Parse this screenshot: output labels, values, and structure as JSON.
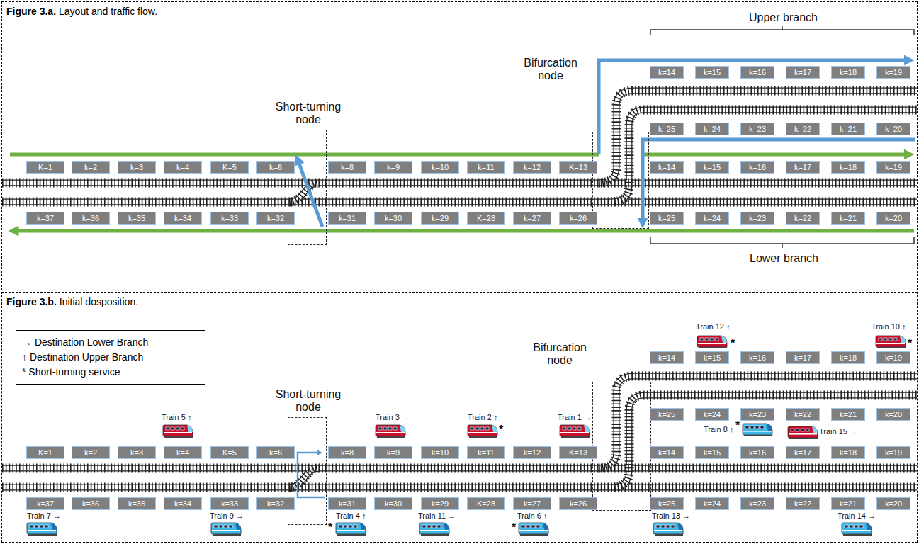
{
  "diagram": {
    "nodes": [
      {
        "text": [
          "Figure 3.a.",
          "Layout and traffic flow."
        ]
      },
      {
        "text": [
          "Short-turning node"
        ],
        "in": 0
      },
      {
        "text": [
          "Bifurcation node"
        ],
        "in": 0
      },
      {
        "text": [
          "K=1"
        ],
        "in": 0
      },
      {
        "text": [
          "k=2"
        ],
        "in": 0
      },
      {
        "text": [
          "k=3"
        ],
        "in": 0
      },
      {
        "text": [
          "k=4"
        ],
        "in": 0
      },
      {
        "text": [
          "K=5"
        ],
        "in": 0
      },
      {
        "text": [
          "k=6"
        ],
        "in": 0
      },
      {
        "text": [
          "k=8"
        ],
        "in": 0
      },
      {
        "text": [
          "k=9"
        ],
        "in": 0
      },
      {
        "text": [
          "k=10"
        ],
        "in": 0
      },
      {
        "text": [
          "k=11"
        ],
        "in": 0
      },
      {
        "text": [
          "k=12"
        ],
        "in": 0
      },
      {
        "text": [
          "K=13"
        ],
        "in": 0
      },
      {
        "text": [
          "k=14"
        ],
        "in": 0
      },
      {
        "text": [
          "k=15"
        ],
        "in": 0
      },
      {
        "text": [
          "k=16"
        ],
        "in": 0
      },
      {
        "text": [
          "k=17"
        ],
        "in": 0
      },
      {
        "text": [
          "k=18"
        ],
        "in": 0
      },
      {
        "text": [
          "k=19"
        ],
        "in": 0
      },
      {
        "text": [
          "k=25"
        ],
        "in": 0
      },
      {
        "text": [
          "k=24"
        ],
        "in": 0
      },
      {
        "text": [
          "k=23"
        ],
        "in": 0
      },
      {
        "text": [
          "k=22"
        ],
        "in": 0
      },
      {
        "text": [
          "k=21"
        ],
        "in": 0
      },
      {
        "text": [
          "k=20"
        ],
        "in": 0
      },
      {
        "text": [
          "k=14"
        ],
        "in": 0
      },
      {
        "text": [
          "k=15"
        ],
        "in": 0
      },
      {
        "text": [
          "k=16"
        ],
        "in": 0
      },
      {
        "text": [
          "k=17"
        ],
        "in": 0
      },
      {
        "text": [
          "k=18"
        ],
        "in": 0
      },
      {
        "text": [
          "k=19"
        ],
        "in": 0
      },
      {
        "text": [
          "k=37"
        ],
        "in": 0
      },
      {
        "text": [
          "k=36"
        ],
        "in": 0
      },
      {
        "text": [
          "k=35"
        ],
        "in": 0
      },
      {
        "text": [
          "k=34"
        ],
        "in": 0
      },
      {
        "text": [
          "k=33"
        ],
        "in": 0
      },
      {
        "text": [
          "k=32"
        ],
        "in": 0
      },
      {
        "text": [
          "k=31"
        ],
        "in": 0
      },
      {
        "text": [
          "k=30"
        ],
        "in": 0
      },
      {
        "text": [
          "k=29"
        ],
        "in": 0
      },
      {
        "text": [
          "K=28"
        ],
        "in": 0
      },
      {
        "text": [
          "k=27"
        ],
        "in": 0
      },
      {
        "text": [
          "k=26"
        ],
        "in": 0
      },
      {
        "text": [
          "k=25"
        ],
        "in": 0
      },
      {
        "text": [
          "k=24"
        ],
        "in": 0
      },
      {
        "text": [
          "k=23"
        ],
        "in": 0
      },
      {
        "text": [
          "k=22"
        ],
        "in": 0
      },
      {
        "text": [
          "k=21"
        ],
        "in": 0
      },
      {
        "text": [
          "k=20"
        ],
        "in": 0
      },
      {
        "text": [
          "Figure 3.b.",
          "Initial dosposition."
        ]
      },
      {
        "text": [
          "Short-turning node"
        ],
        "in": 51
      },
      {
        "text": [
          "Bifurcation node"
        ],
        "in": 51
      },
      {
        "text": [
          "K=1"
        ],
        "in": 51
      },
      {
        "text": [
          "k=2"
        ],
        "in": 51
      },
      {
        "text": [
          "k=3"
        ],
        "in": 51
      },
      {
        "text": [
          "k=4"
        ],
        "in": 51
      },
      {
        "text": [
          "K=5"
        ],
        "in": 51
      },
      {
        "text": [
          "k=6"
        ],
        "in": 51
      },
      {
        "text": [
          "k=8"
        ],
        "in": 51
      },
      {
        "text": [
          "k=9"
        ],
        "in": 51
      },
      {
        "text": [
          "k=10"
        ],
        "in": 51
      },
      {
        "text": [
          "k=11"
        ],
        "in": 51
      },
      {
        "text": [
          "k=12"
        ],
        "in": 51
      },
      {
        "text": [
          "K=13"
        ],
        "in": 51
      },
      {
        "text": [
          "k=14"
        ],
        "in": 51
      },
      {
        "text": [
          "k=15"
        ],
        "in": 51
      },
      {
        "text": [
          "k=16"
        ],
        "in": 51
      },
      {
        "text": [
          "k=17"
        ],
        "in": 51
      },
      {
        "text": [
          "k=18"
        ],
        "in": 51
      },
      {
        "text": [
          "k=19"
        ],
        "in": 51
      },
      {
        "text": [
          "k=25"
        ],
        "in": 51
      },
      {
        "text": [
          "k=24"
        ],
        "in": 51
      },
      {
        "text": [
          "k=23"
        ],
        "in": 51
      },
      {
        "text": [
          "k=22"
        ],
        "in": 51
      },
      {
        "text": [
          "k=21"
        ],
        "in": 51
      },
      {
        "text": [
          "k=20"
        ],
        "in": 51
      },
      {
        "text": [
          "k=14"
        ],
        "in": 51
      },
      {
        "text": [
          "k=15"
        ],
        "in": 51
      },
      {
        "text": [
          "k=16"
        ],
        "in": 51
      },
      {
        "text": [
          "k=17"
        ],
        "in": 51
      },
      {
        "text": [
          "k=18"
        ],
        "in": 51
      },
      {
        "text": [
          "k=19"
        ],
        "in": 51
      },
      {
        "text": [
          "k=37"
        ],
        "in": 51
      },
      {
        "text": [
          "k=36"
        ],
        "in": 51
      },
      {
        "text": [
          "k=35"
        ],
        "in": 51
      },
      {
        "text": [
          "k=34"
        ],
        "in": 51
      },
      {
        "text": [
          "k=33"
        ],
        "in": 51
      },
      {
        "text": [
          "k=32"
        ],
        "in": 51
      },
      {
        "text": [
          "k=31"
        ],
        "in": 51
      },
      {
        "text": [
          "k=30"
        ],
        "in": 51
      },
      {
        "text": [
          "k=29"
        ],
        "in": 51
      },
      {
        "text": [
          "K=28"
        ],
        "in": 51
      },
      {
        "text": [
          "k=27"
        ],
        "in": 51
      },
      {
        "text": [
          "k=26"
        ],
        "in": 51
      },
      {
        "text": [
          "k=25"
        ],
        "in": 51
      },
      {
        "text": [
          "k=24"
        ],
        "in": 51
      },
      {
        "text": [
          "k=23"
        ],
        "in": 51
      },
      {
        "text": [
          "k=22"
        ],
        "in": 51
      },
      {
        "text": [
          "k=21"
        ],
        "in": 51
      },
      {
        "text": [
          "k=20"
        ],
        "in": 51
      }
    ],
    "labels": [
      "Upper branch",
      "Lower branch",
      "Train 12 ↑",
      "*",
      "Train 10 ↑",
      "*",
      "Train 5 ↑",
      "Train 3 →",
      "Train 2 ↑",
      "*",
      "Train 1 →",
      "Train 8 ↑",
      "*",
      "Train 15 →",
      "Train 7 →",
      "Train 9 →",
      "*",
      "Train 4 ↑",
      "Train 11 →",
      "*",
      "Train 6 ↑",
      "Train 13 →",
      "Train 14 →"
    ],
    "legend": [
      {
        "text": "→ Destination Lower Branch"
      },
      {
        "text": "↑ Destination Upper Branch"
      },
      {
        "text": "* Short-turning service"
      }
    ]
  }
}
